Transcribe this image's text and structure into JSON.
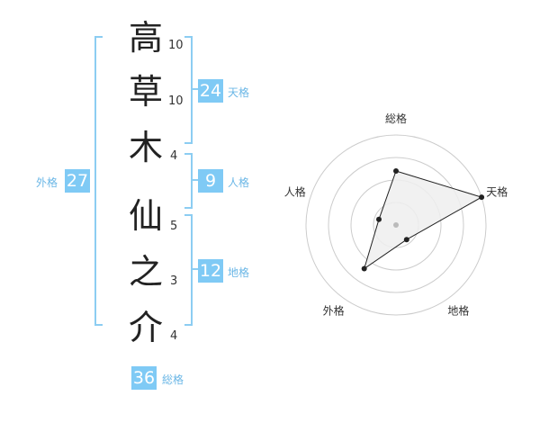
{
  "name_chars": [
    {
      "char": "高",
      "strokes": "10"
    },
    {
      "char": "草",
      "strokes": "10"
    },
    {
      "char": "木",
      "strokes": "4"
    },
    {
      "char": "仙",
      "strokes": "5"
    },
    {
      "char": "之",
      "strokes": "3"
    },
    {
      "char": "介",
      "strokes": "4"
    }
  ],
  "fortunes": {
    "tenkaku": {
      "label": "天格",
      "value": "24"
    },
    "jinkaku": {
      "label": "人格",
      "value": "9"
    },
    "chikaku": {
      "label": "地格",
      "value": "12"
    },
    "gaikaku": {
      "label": "外格",
      "value": "27"
    },
    "soukaku": {
      "label": "総格",
      "value": "36"
    }
  },
  "chart_data": {
    "type": "radar",
    "axes": [
      "総格",
      "天格",
      "地格",
      "外格",
      "人格"
    ],
    "values": [
      3,
      5,
      1,
      3,
      1
    ],
    "max": 5,
    "rings": 4,
    "colors": {
      "fill": "#eeeeee",
      "line": "#222222",
      "ring": "#cccccc"
    }
  }
}
